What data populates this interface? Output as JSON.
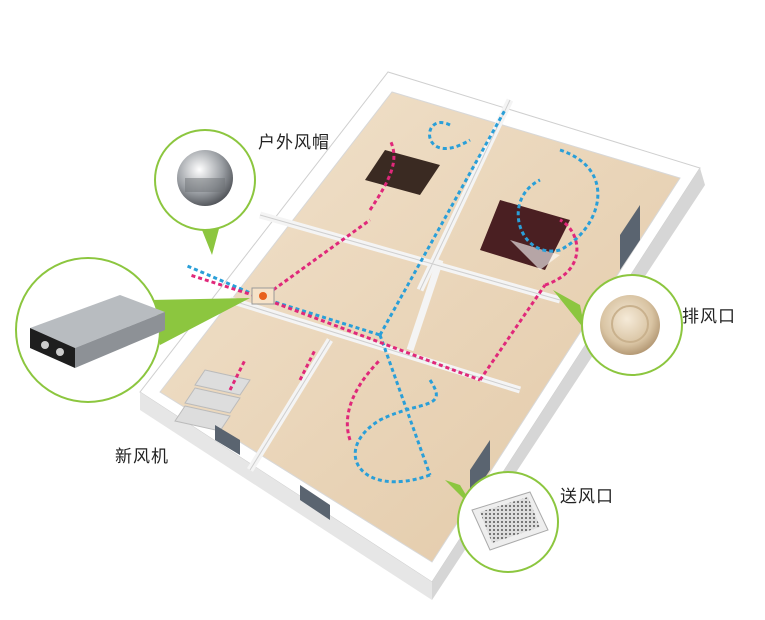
{
  "labels": {
    "outdoor_hood": "户外风帽",
    "fresh_air_unit": "新风机",
    "exhaust_vent": "排风口",
    "supply_vent": "送风口"
  },
  "colors": {
    "callout_green": "#8cc63f",
    "supply_air": "#2a9fd8",
    "exhaust_air": "#e0287a",
    "wall": "#f2f2f2",
    "floor": "#e9d6bd"
  }
}
